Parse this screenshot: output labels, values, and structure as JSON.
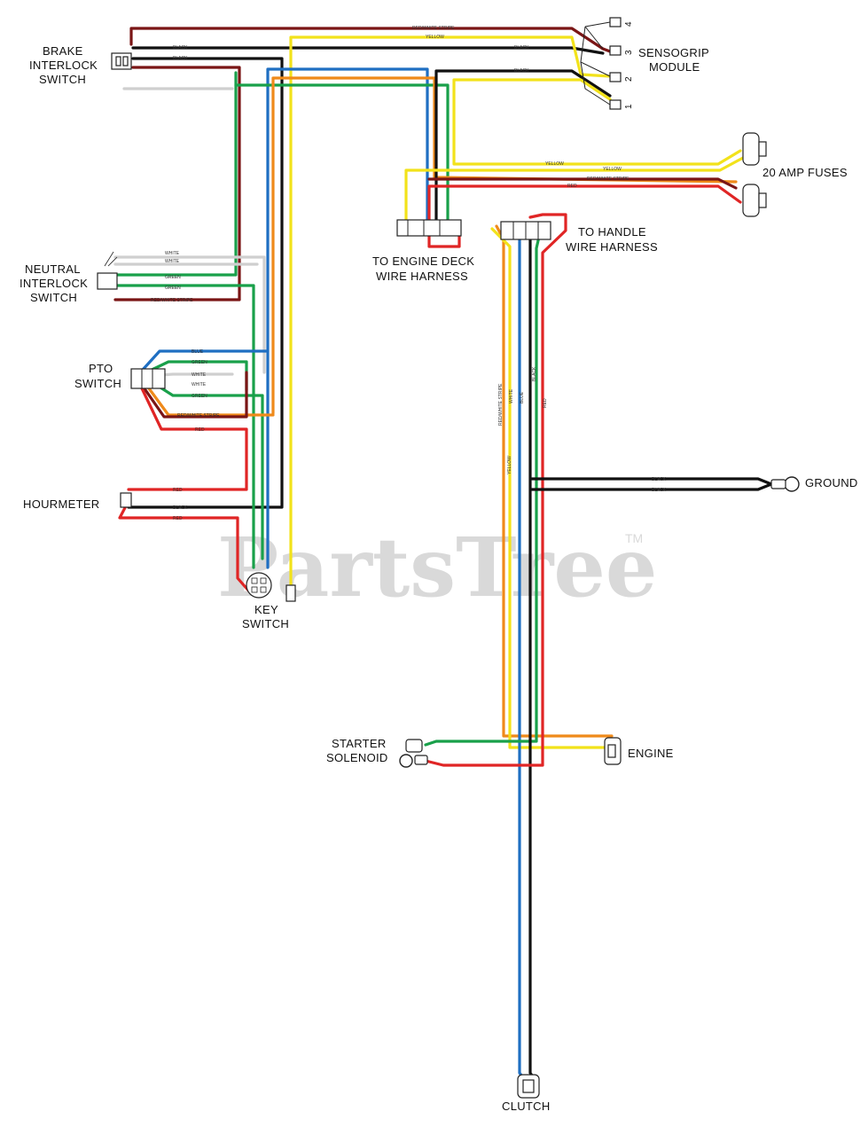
{
  "watermark": {
    "text": "PartsTree",
    "trademark": "TM"
  },
  "labels": {
    "brake_interlock_switch": [
      "BRAKE",
      "INTERLOCK",
      "SWITCH"
    ],
    "sensogrip_module": [
      "SENSOGRIP",
      "MODULE"
    ],
    "amp_fuses": "20 AMP FUSES",
    "engine_deck_harness": [
      "TO ENGINE DECK",
      "WIRE HARNESS"
    ],
    "handle_harness": [
      "TO HANDLE",
      "WIRE HARNESS"
    ],
    "neutral_interlock_switch": [
      "NEUTRAL",
      "INTERLOCK",
      "SWITCH"
    ],
    "pto_switch": [
      "PTO",
      "SWITCH"
    ],
    "hourmeter": "HOURMETER",
    "ground": "GROUND",
    "key_switch": [
      "KEY",
      "SWITCH"
    ],
    "starter_solenoid": [
      "STARTER",
      "SOLENOID"
    ],
    "engine": "ENGINE",
    "clutch": "CLUTCH"
  },
  "pin_numbers": [
    "4",
    "3",
    "2",
    "1"
  ],
  "wire_labels": {
    "red_white_stripe": "RED/WHITE STRIPE",
    "yellow": "YELLOW",
    "black": "BLACK",
    "white": "WHITE",
    "green": "GREEN",
    "blue": "BLUE",
    "red": "RED"
  },
  "wire_colors": {
    "red_white": "#7a1515",
    "black": "#111111",
    "yellow": "#f2e21a",
    "blue": "#1f6fc2",
    "green": "#19a04a",
    "orange": "#ef8a1a",
    "red": "#e02525",
    "white": "#cfcfcf"
  }
}
